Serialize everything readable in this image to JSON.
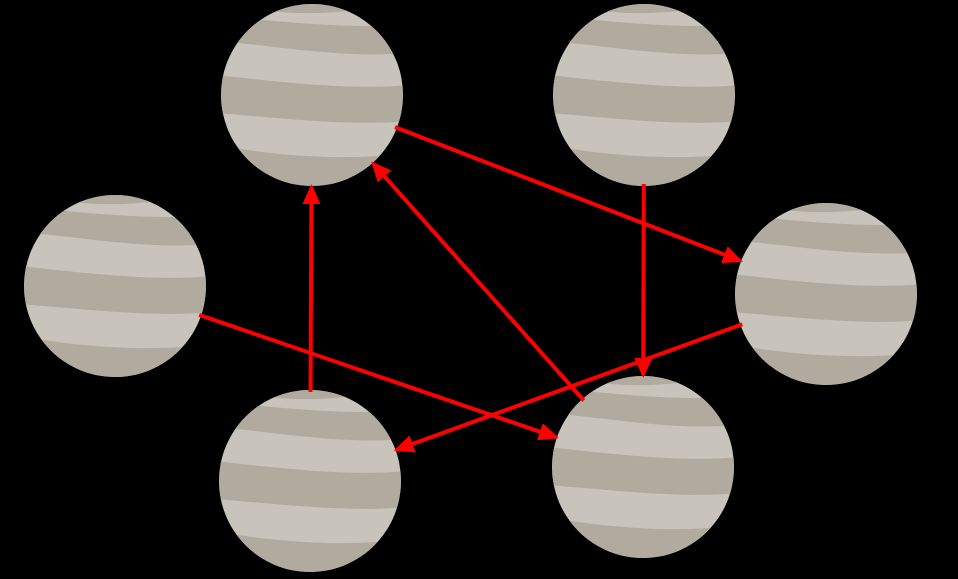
{
  "diagram": {
    "background_color": "#000000",
    "node_icon": "banded-planet-icon",
    "node_colors": {
      "base": "#c8c3bb",
      "band": "#b1aa9e"
    },
    "edge_color": "#ff0000",
    "nodes": [
      {
        "id": "top-left"
      },
      {
        "id": "top-right"
      },
      {
        "id": "middle-left"
      },
      {
        "id": "middle-right"
      },
      {
        "id": "bottom-left"
      },
      {
        "id": "bottom-right"
      }
    ],
    "edges": [
      {
        "from": "top-left",
        "to": "middle-right"
      },
      {
        "from": "top-right",
        "to": "bottom-right"
      },
      {
        "from": "middle-left",
        "to": "bottom-right"
      },
      {
        "from": "middle-right",
        "to": "bottom-left"
      },
      {
        "from": "bottom-left",
        "to": "top-left"
      },
      {
        "from": "bottom-right",
        "to": "top-left"
      }
    ]
  }
}
